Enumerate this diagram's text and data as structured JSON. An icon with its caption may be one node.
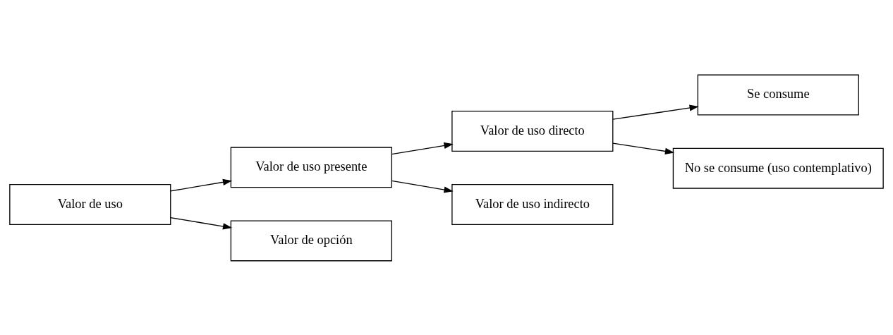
{
  "diagram": {
    "nodes": [
      {
        "text": [
          "Valor de uso"
        ]
      },
      {
        "text": [
          "Valor de uso presente"
        ]
      },
      {
        "text": [
          "Valor de opción"
        ]
      },
      {
        "text": [
          "Valor de uso directo"
        ]
      },
      {
        "text": [
          "Valor de uso indirecto"
        ]
      },
      {
        "text": [
          "Se consume"
        ]
      },
      {
        "text": [
          "No se consume (uso contemplativo)"
        ]
      }
    ],
    "edges": [
      {
        "from": 0,
        "to": 1,
        "arrow": "to"
      },
      {
        "from": 0,
        "to": 2,
        "arrow": "to"
      },
      {
        "from": 1,
        "to": 3,
        "arrow": "to"
      },
      {
        "from": 1,
        "to": 4,
        "arrow": "to"
      },
      {
        "from": 3,
        "to": 5,
        "arrow": "to"
      },
      {
        "from": 3,
        "to": 6,
        "arrow": "to"
      }
    ]
  }
}
